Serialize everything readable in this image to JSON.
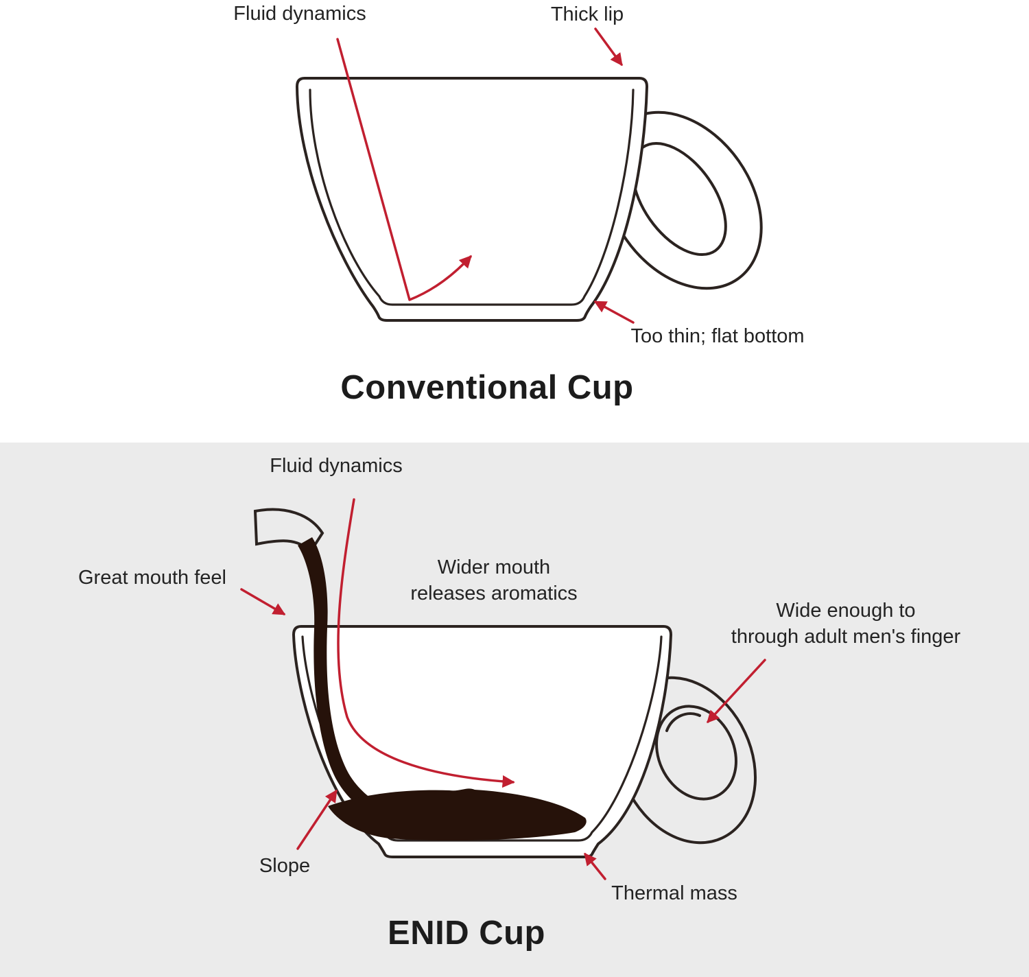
{
  "colors": {
    "accent": "#c11f30",
    "outline": "#2b2320",
    "coffee": "#26120a",
    "panel_top_bg": "#ffffff",
    "panel_bottom_bg": "#ebebeb",
    "text": "#232323"
  },
  "conventional": {
    "title": "Conventional Cup",
    "labels": {
      "fluid_dynamics": "Fluid dynamics",
      "thick_lip": "Thick lip",
      "too_thin_flat_bottom": "Too thin; flat bottom"
    }
  },
  "enid": {
    "title": "ENID Cup",
    "labels": {
      "fluid_dynamics": "Fluid dynamics",
      "great_mouth_feel": "Great mouth feel",
      "wider_mouth_line1": "Wider mouth",
      "wider_mouth_line2": "releases aromatics",
      "wide_enough_line1": "Wide enough to",
      "wide_enough_line2": "through adult men's finger",
      "slope": "Slope",
      "thermal_mass": "Thermal mass"
    }
  }
}
